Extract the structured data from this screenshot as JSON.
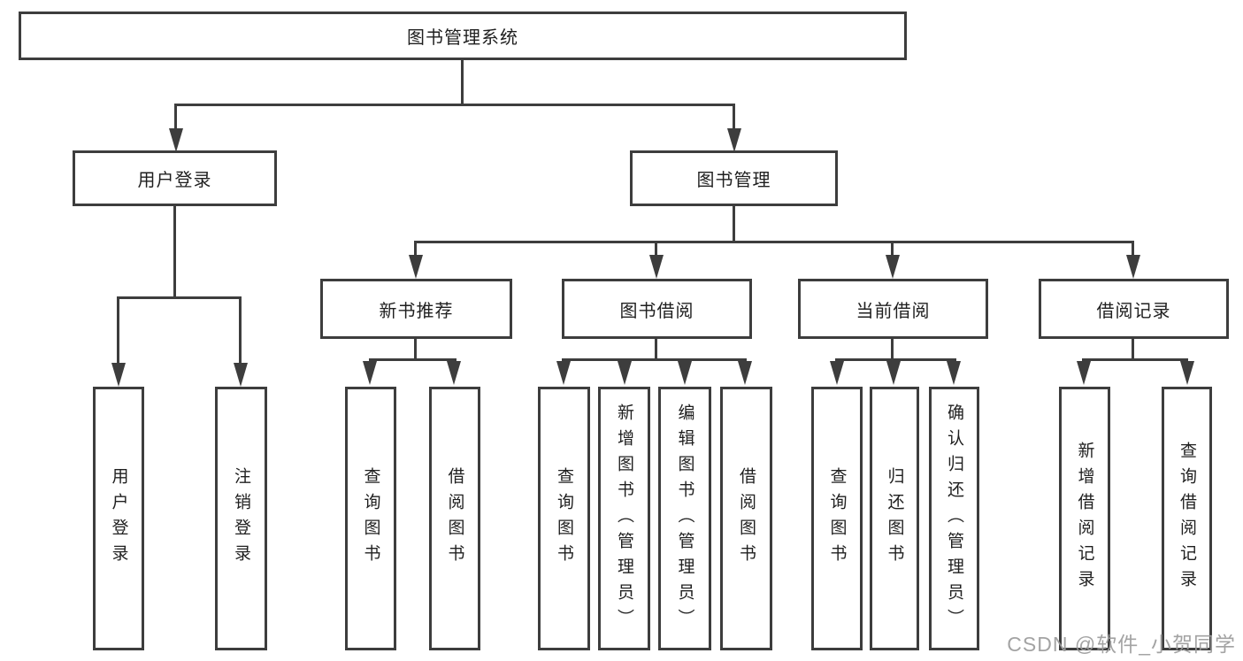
{
  "colors": {
    "line": "#3d3d3d",
    "text": "#1f1f1f",
    "background": "#ffffff",
    "watermark": "#9b9b9b"
  },
  "watermark": {
    "text": "CSDN @软件_小贺同学"
  },
  "tree": {
    "label": "图书管理系统",
    "children": [
      {
        "label": "用户登录",
        "children": [
          {
            "label": "用户登录"
          },
          {
            "label": "注销登录"
          }
        ]
      },
      {
        "label": "图书管理",
        "children": [
          {
            "label": "新书推荐",
            "children": [
              {
                "label": "查询图书"
              },
              {
                "label": "借阅图书"
              }
            ]
          },
          {
            "label": "图书借阅",
            "children": [
              {
                "label": "查询图书"
              },
              {
                "label": "新增图书（管理员）"
              },
              {
                "label": "编辑图书（管理员）"
              },
              {
                "label": "借阅图书"
              }
            ]
          },
          {
            "label": "当前借阅",
            "children": [
              {
                "label": "查询图书"
              },
              {
                "label": "归还图书"
              },
              {
                "label": "确认归还（管理员）"
              }
            ]
          },
          {
            "label": "借阅记录",
            "children": [
              {
                "label": "新增借阅记录"
              },
              {
                "label": "查询借阅记录"
              }
            ]
          }
        ]
      }
    ]
  }
}
